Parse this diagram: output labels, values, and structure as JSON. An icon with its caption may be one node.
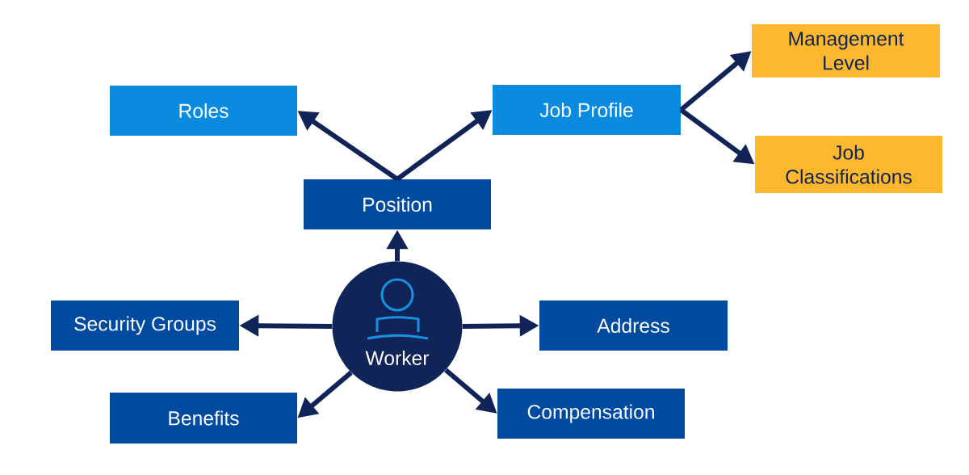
{
  "diagram": {
    "nodes": [
      {
        "text": [
          "Worker"
        ]
      },
      {
        "text": [
          "Position"
        ]
      },
      {
        "text": [
          "Roles"
        ]
      },
      {
        "text": [
          "Job Profile"
        ]
      },
      {
        "text": [
          "Management Level"
        ]
      },
      {
        "text": [
          "Job Classifications"
        ]
      },
      {
        "text": [
          "Security Groups"
        ]
      },
      {
        "text": [
          "Address"
        ]
      },
      {
        "text": [
          "Benefits"
        ]
      },
      {
        "text": [
          "Compensation"
        ]
      }
    ],
    "edges": [
      {
        "from": 0,
        "to": 1,
        "arrow": "to"
      },
      {
        "from": 1,
        "to": 2,
        "arrow": "to"
      },
      {
        "from": 1,
        "to": 3,
        "arrow": "to"
      },
      {
        "from": 3,
        "to": 4,
        "arrow": "to"
      },
      {
        "from": 3,
        "to": 5,
        "arrow": "to"
      },
      {
        "from": 0,
        "to": 6,
        "arrow": "to"
      },
      {
        "from": 0,
        "to": 7,
        "arrow": "to"
      },
      {
        "from": 0,
        "to": 8,
        "arrow": "to"
      },
      {
        "from": 0,
        "to": 9,
        "arrow": "to"
      }
    ]
  }
}
